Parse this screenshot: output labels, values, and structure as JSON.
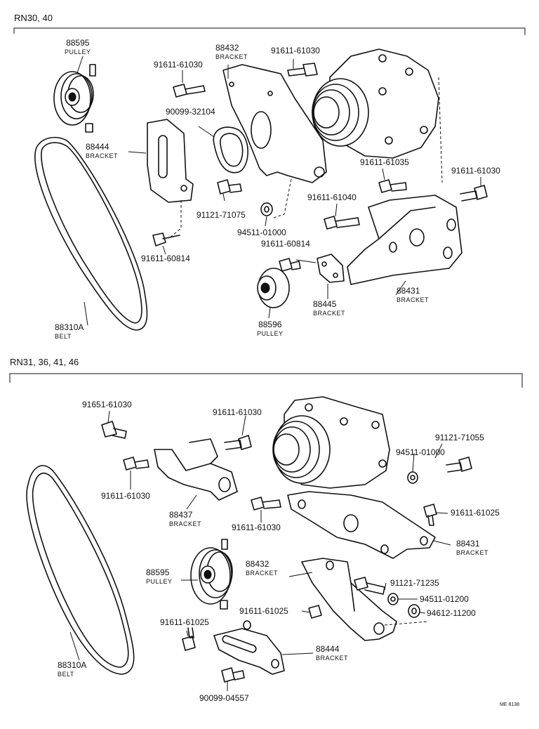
{
  "corner_code": "ME 8138",
  "sections": [
    {
      "title": "RN30, 40",
      "parts": [
        {
          "num": "88595",
          "type": "PULLEY"
        },
        {
          "num": "88432",
          "type": "BRACKET"
        },
        {
          "num": "91611-61030"
        },
        {
          "num": "91611-61030"
        },
        {
          "num": "90099-32104"
        },
        {
          "num": "88444",
          "type": "BRACKET"
        },
        {
          "num": "91611-61035"
        },
        {
          "num": "91611-61030"
        },
        {
          "num": "91611-61040"
        },
        {
          "num": "91121-71075"
        },
        {
          "num": "94511-01000"
        },
        {
          "num": "91611-60814"
        },
        {
          "num": "91611-60814"
        },
        {
          "num": "88431",
          "type": "BRACKET"
        },
        {
          "num": "88445",
          "type": "BRACKET"
        },
        {
          "num": "88596",
          "type": "PULLEY"
        },
        {
          "num": "88310A",
          "type": "BELT"
        }
      ]
    },
    {
      "title": "RN31, 36, 41, 46",
      "parts": [
        {
          "num": "91651-61030"
        },
        {
          "num": "91611-61030"
        },
        {
          "num": "91121-71055"
        },
        {
          "num": "94511-01000"
        },
        {
          "num": "91611-61030"
        },
        {
          "num": "88437",
          "type": "BRACKET"
        },
        {
          "num": "91611-61025"
        },
        {
          "num": "91611-61030"
        },
        {
          "num": "88431",
          "type": "BRACKET"
        },
        {
          "num": "88595",
          "type": "PULLEY"
        },
        {
          "num": "88432",
          "type": "BRACKET"
        },
        {
          "num": "91121-71235"
        },
        {
          "num": "94511-01200"
        },
        {
          "num": "91611-61025"
        },
        {
          "num": "94612-11200"
        },
        {
          "num": "91611-61025"
        },
        {
          "num": "88444",
          "type": "BRACKET"
        },
        {
          "num": "88310A",
          "type": "BELT"
        },
        {
          "num": "90099-04557"
        }
      ]
    }
  ]
}
